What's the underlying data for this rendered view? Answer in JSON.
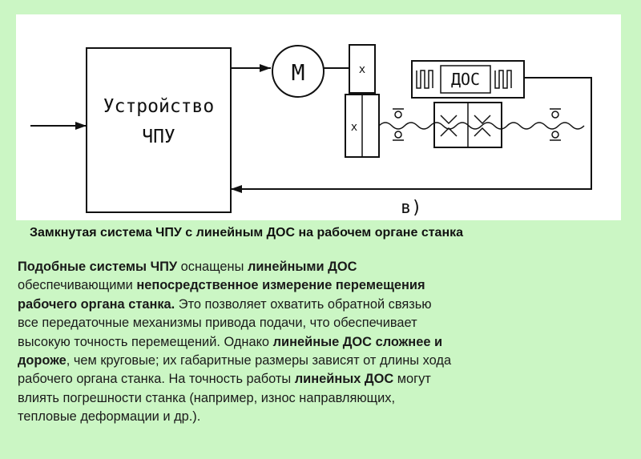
{
  "diagram": {
    "block_cnc_line1": "Устройство",
    "block_cnc_line2": "ЧПУ",
    "motor_label": "М",
    "gear_mark_top": "x",
    "gear_mark_bottom": "x",
    "sensor_label": "ДОС",
    "variant_label": "в)"
  },
  "caption": "Замкнутая система ЧПУ с линейным ДОС на рабочем органе станка",
  "description": [
    {
      "text": "Подобные системы ЧПУ",
      "bold": true
    },
    {
      "text": " оснащены ",
      "bold": false
    },
    {
      "text": "линейными ДОС",
      "bold": true
    },
    {
      "text": "\nобеспечивающими ",
      "bold": false
    },
    {
      "text": "непосредственное измерение перемещения\nрабочего органа станка.",
      "bold": true
    },
    {
      "text": " Это позволяет охватить обратной связью\nвсе передаточные механизмы привода подачи, что обеспечивает\nвысокую точность перемещений. Однако ",
      "bold": false
    },
    {
      "text": "линейные ДОС сложнее и\nдороже",
      "bold": true
    },
    {
      "text": ", чем круговые; их габаритные размеры зависят от длины хода\nрабочего органа станка. На точность работы ",
      "bold": false
    },
    {
      "text": "линейных ДОС",
      "bold": true
    },
    {
      "text": " могут\nвлиять погрешности станка (например, износ направляющих,\nтепловые деформации и др.).",
      "bold": false
    }
  ]
}
